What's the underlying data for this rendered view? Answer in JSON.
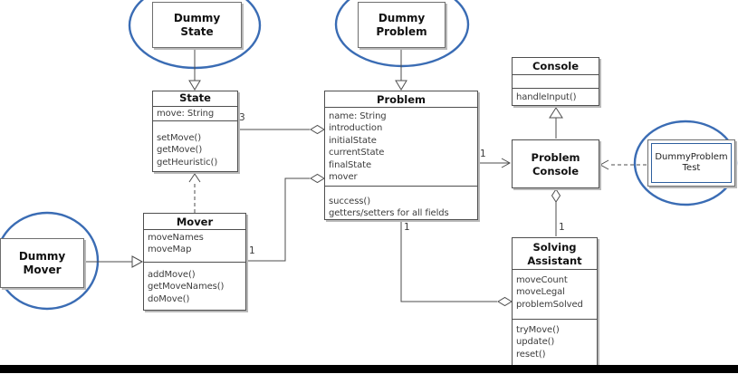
{
  "colors": {
    "ellipse_stroke": "#3a6cb4",
    "edge": "#4d4d4d",
    "box_border": "#4f4f4f",
    "stub_border": "#6e6e6e",
    "box_shadow": "#b9b9b9",
    "title_text": "#111111",
    "member_text": "#3c3c3c",
    "inner_border": "#2e5f9e",
    "bottom_bar": "#000000"
  },
  "classes": {
    "state": {
      "title_lines": [
        "State"
      ],
      "attributes": [
        "move: String"
      ],
      "methods": [
        "setMove()",
        "getMove()",
        "getHeuristic()"
      ]
    },
    "problem": {
      "title_lines": [
        "Problem"
      ],
      "attributes": [
        "name: String",
        "introduction",
        "initialState",
        "currentState",
        "finalState",
        "mover"
      ],
      "methods": [
        "success()",
        "getters/setters for all fields"
      ]
    },
    "console": {
      "title_lines": [
        "Console"
      ],
      "attributes": [],
      "methods": [
        "handleInput()"
      ]
    },
    "problem_console": {
      "title_lines": [
        "Problem",
        "Console"
      ]
    },
    "solving_assistant": {
      "title_lines": [
        "Solving",
        "Assistant"
      ],
      "attributes": [
        "moveCount",
        "moveLegal",
        "problemSolved"
      ],
      "methods": [
        "tryMove()",
        "update()",
        "reset()"
      ]
    },
    "mover": {
      "title_lines": [
        "Mover"
      ],
      "attributes": [
        "moveNames",
        "moveMap"
      ],
      "methods": [
        "addMove()",
        "getMoveNames()",
        "doMove()"
      ]
    }
  },
  "stubs": {
    "dummy_state": {
      "label_lines": [
        "Dummy",
        "State"
      ]
    },
    "dummy_problem": {
      "label_lines": [
        "Dummy",
        "Problem"
      ]
    },
    "dummy_mover": {
      "label_lines": [
        "Dummy",
        "Mover"
      ]
    },
    "dummy_problem_test": {
      "label_lines": [
        "DummyProblem",
        "Test"
      ]
    }
  },
  "multiplicities": {
    "state_problem": "3",
    "mover_problem": "1",
    "problem_problem_console": "1",
    "problem_solving_assistant": "1",
    "problem_console_solving_assistant": "1"
  }
}
